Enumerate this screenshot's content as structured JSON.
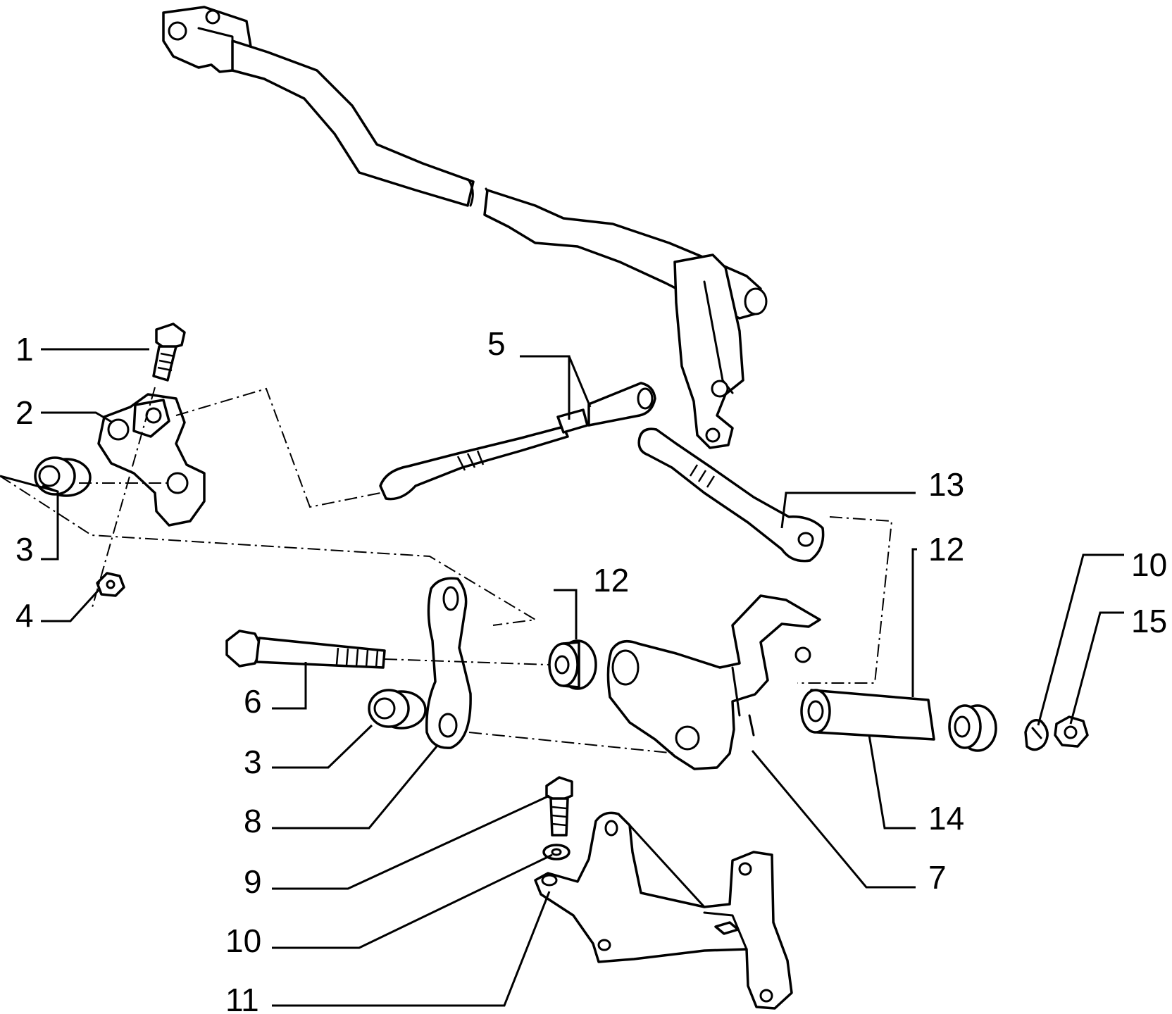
{
  "callouts": [
    {
      "id": "c1",
      "label": "1"
    },
    {
      "id": "c2",
      "label": "2"
    },
    {
      "id": "c3a",
      "label": "3"
    },
    {
      "id": "c4",
      "label": "4"
    },
    {
      "id": "c5",
      "label": "5"
    },
    {
      "id": "c6",
      "label": "6"
    },
    {
      "id": "c3b",
      "label": "3"
    },
    {
      "id": "c8",
      "label": "8"
    },
    {
      "id": "c9",
      "label": "9"
    },
    {
      "id": "c10a",
      "label": "10"
    },
    {
      "id": "c11",
      "label": "11"
    },
    {
      "id": "c12a",
      "label": "12"
    },
    {
      "id": "c13",
      "label": "13"
    },
    {
      "id": "c12b",
      "label": "12"
    },
    {
      "id": "c10b",
      "label": "10"
    },
    {
      "id": "c15",
      "label": "15"
    },
    {
      "id": "c14",
      "label": "14"
    },
    {
      "id": "c7",
      "label": "7"
    }
  ]
}
